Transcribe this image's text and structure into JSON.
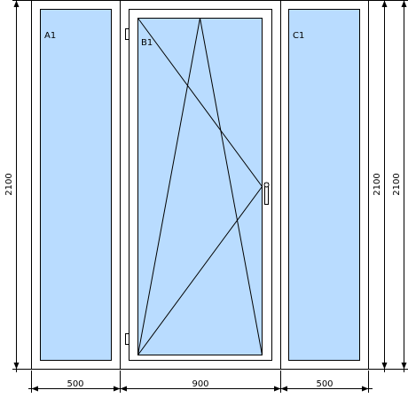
{
  "panes": [
    {
      "label": "A1"
    },
    {
      "label": "B1"
    },
    {
      "label": "C1"
    }
  ],
  "dimensions": {
    "height_left": "2100",
    "height_right_inner": "2100",
    "height_right_outer": "2100",
    "width_left": "500",
    "width_middle": "900",
    "width_right": "500"
  },
  "colors": {
    "glass": "#b9dcff",
    "frame": "#ffffff",
    "line": "#000000"
  },
  "icons": [
    "hinge-icon",
    "handle-icon"
  ]
}
